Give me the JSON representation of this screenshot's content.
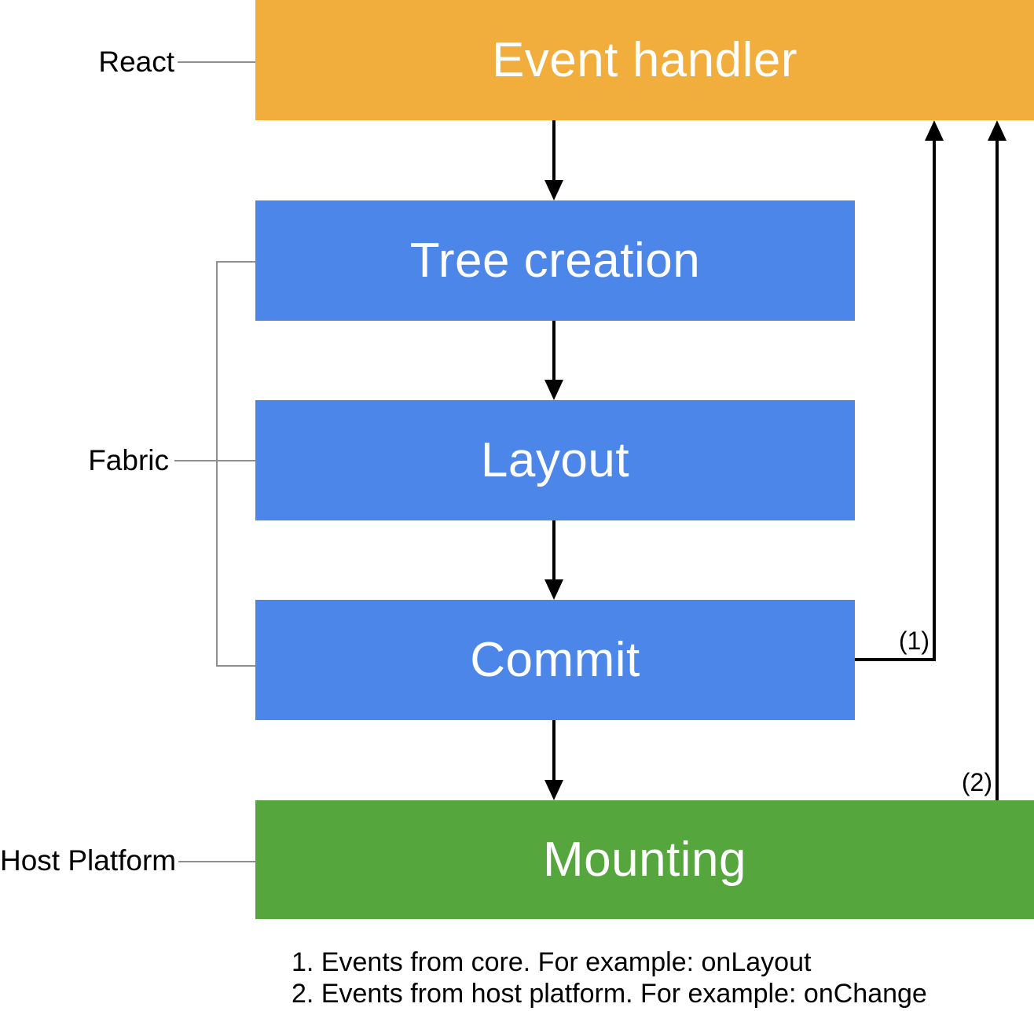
{
  "diagram": {
    "layers": [
      {
        "id": "react",
        "label": "React",
        "color": "#F2AE3D"
      },
      {
        "id": "fabric",
        "label": "Fabric",
        "color": "#4C86E8"
      },
      {
        "id": "host_platform",
        "label": "Host Platform",
        "color": "#55A63C"
      }
    ],
    "nodes": [
      {
        "id": "event-handler",
        "label": "Event handler",
        "layer": "React",
        "color": "#F2AE3D"
      },
      {
        "id": "tree-creation",
        "label": "Tree creation",
        "layer": "Fabric",
        "color": "#4C86E8"
      },
      {
        "id": "layout",
        "label": "Layout",
        "layer": "Fabric",
        "color": "#4C86E8"
      },
      {
        "id": "commit",
        "label": "Commit",
        "layer": "Fabric",
        "color": "#4C86E8"
      },
      {
        "id": "mounting",
        "label": "Mounting",
        "layer": "Host Platform",
        "color": "#55A63C"
      }
    ],
    "edges": [
      {
        "from": "Event handler",
        "to": "Tree creation",
        "label": ""
      },
      {
        "from": "Tree creation",
        "to": "Layout",
        "label": ""
      },
      {
        "from": "Layout",
        "to": "Commit",
        "label": ""
      },
      {
        "from": "Commit",
        "to": "Mounting",
        "label": ""
      },
      {
        "from": "Commit",
        "to": "Event handler",
        "label": "(1)"
      },
      {
        "from": "Mounting",
        "to": "Event handler",
        "label": "(2)"
      }
    ],
    "notes": [
      "1. Events from core. For example: onLayout",
      "2. Events from host platform. For example: onChange"
    ],
    "line_colors": {
      "connector_gray": "#8f8f8f",
      "arrow_black": "#000000"
    }
  }
}
